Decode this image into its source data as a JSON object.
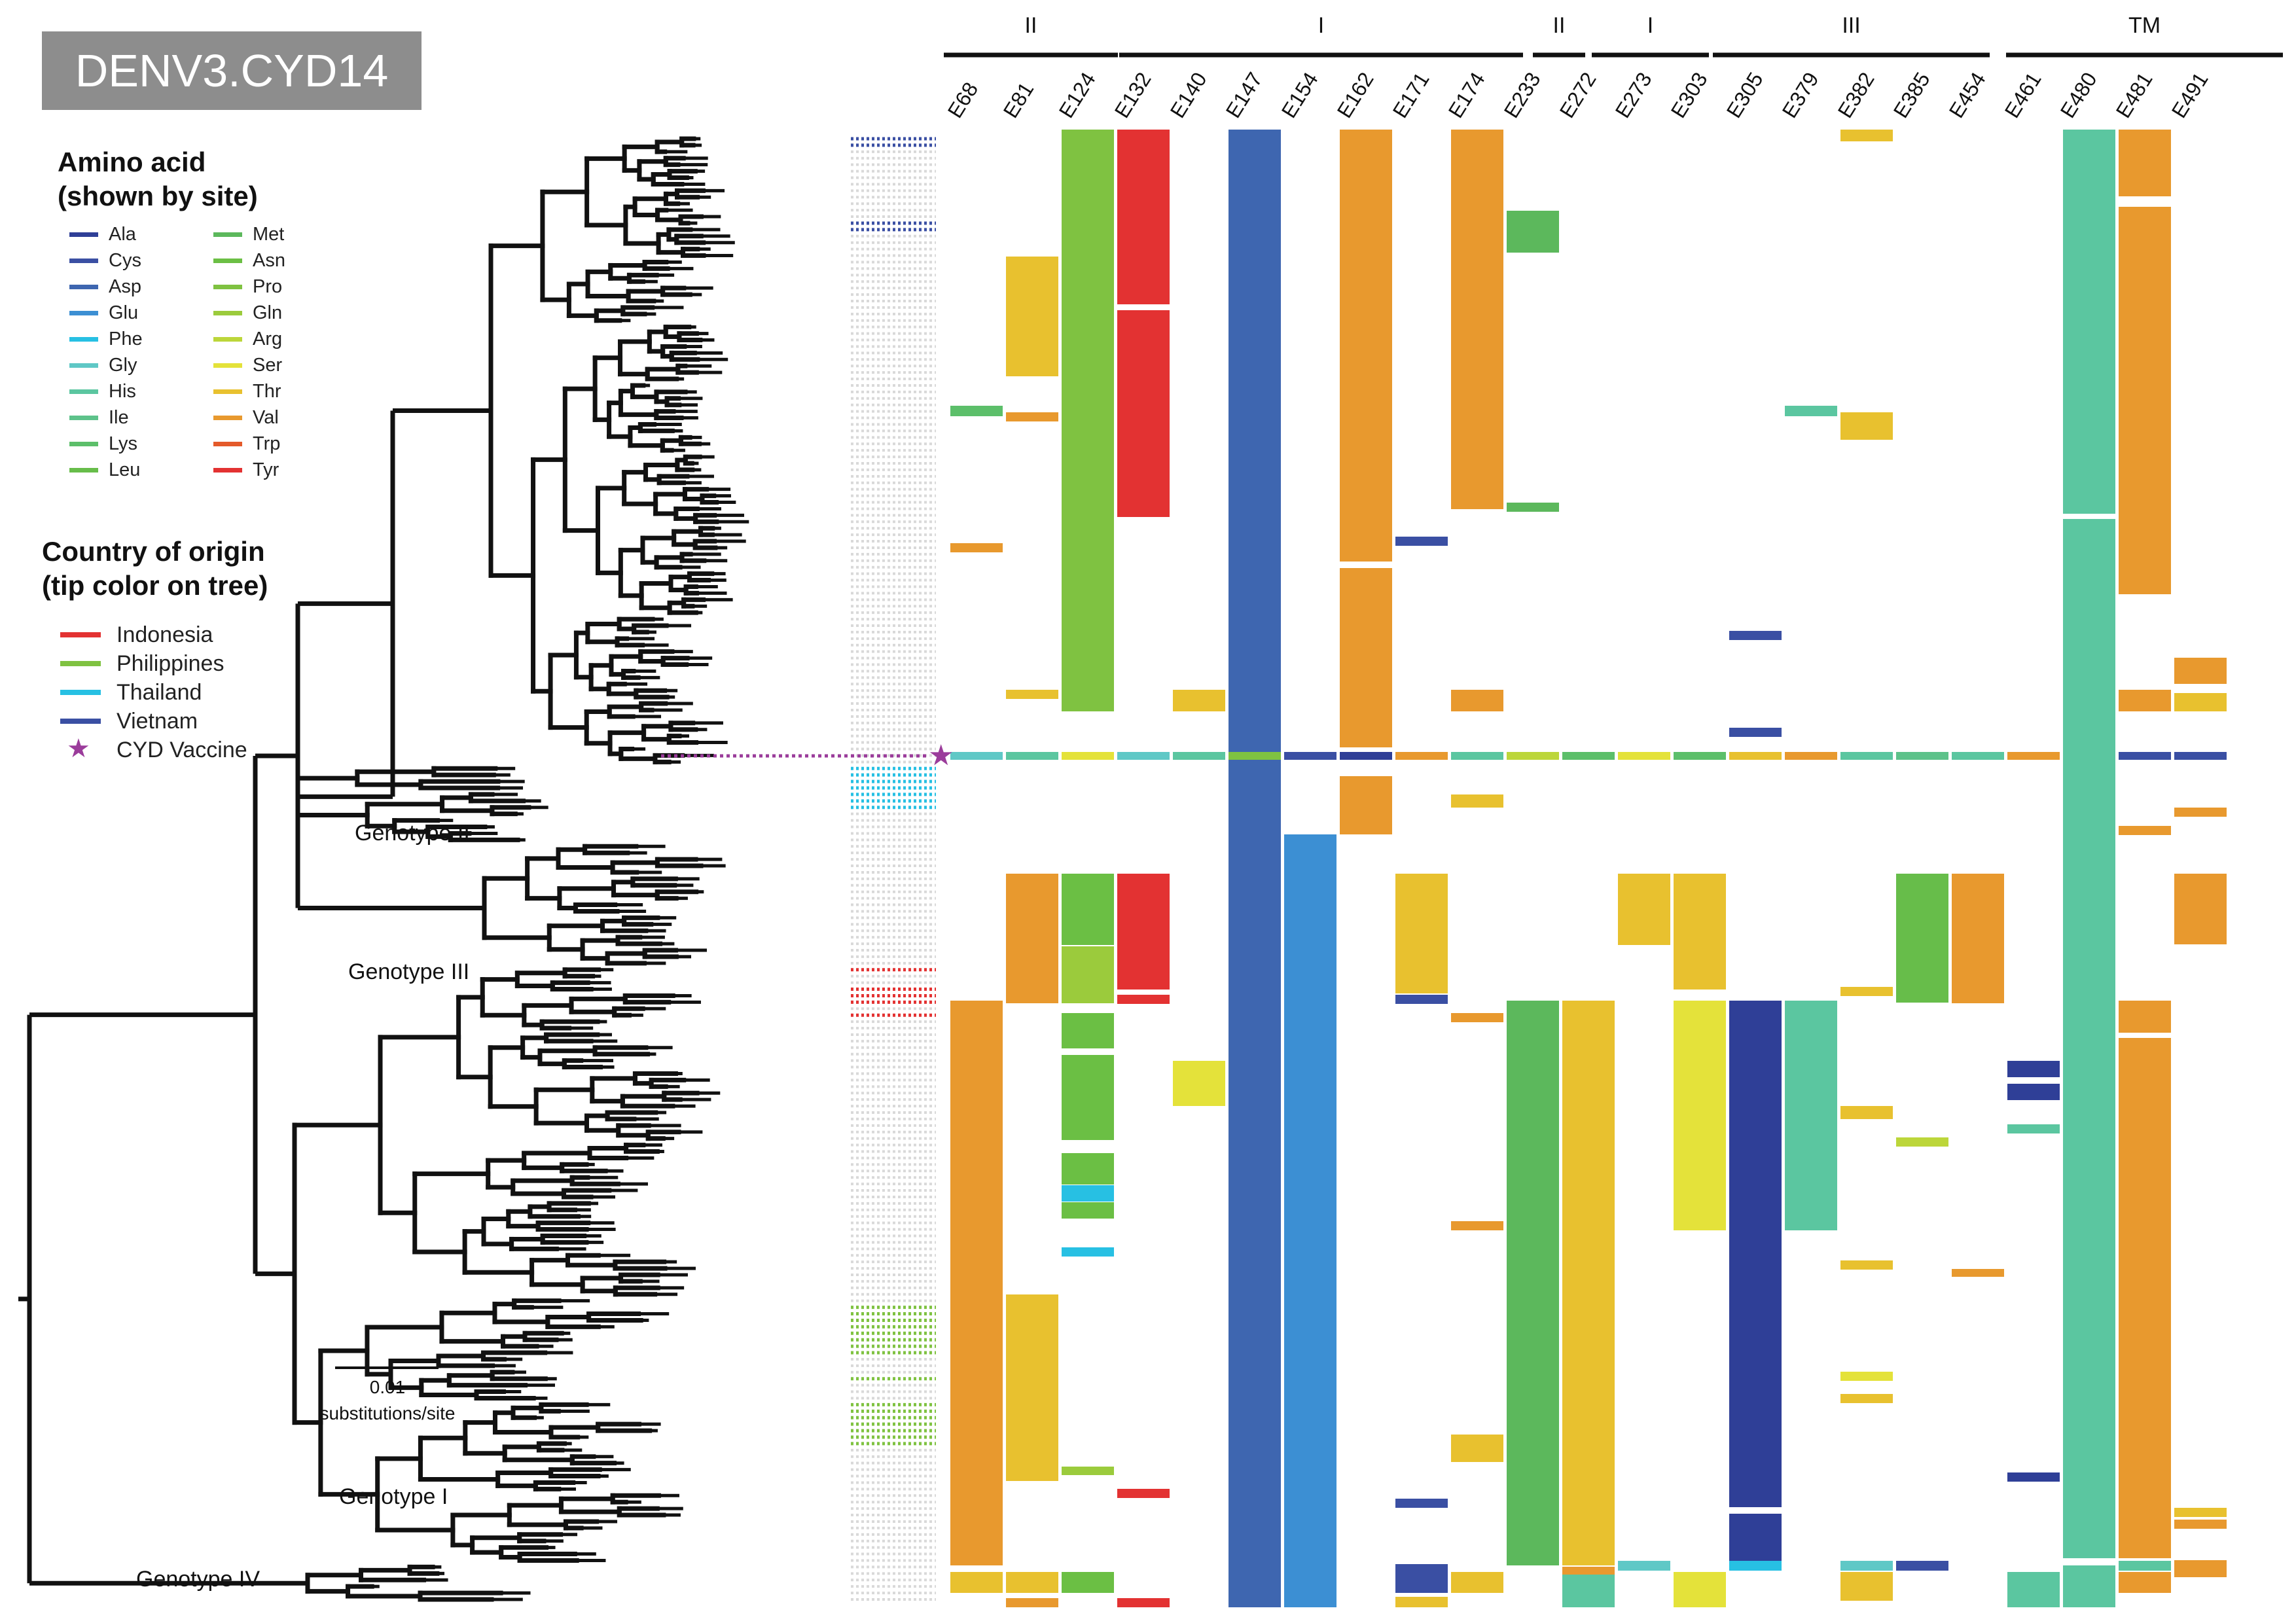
{
  "title": "DENV3.CYD14",
  "legend_amino": {
    "heading_1": "Amino acid",
    "heading_2": "(shown by site)",
    "items": [
      {
        "name": "Ala",
        "color": "#2f3f97"
      },
      {
        "name": "Cys",
        "color": "#3a4fa3"
      },
      {
        "name": "Asp",
        "color": "#3e66b0"
      },
      {
        "name": "Glu",
        "color": "#3c8fd3"
      },
      {
        "name": "Phe",
        "color": "#27c0e3"
      },
      {
        "name": "Gly",
        "color": "#5fc8c6"
      },
      {
        "name": "His",
        "color": "#5bc6a0"
      },
      {
        "name": "Ile",
        "color": "#5dc28a"
      },
      {
        "name": "Lys",
        "color": "#5cbf6a"
      },
      {
        "name": "Leu",
        "color": "#67bd4a"
      },
      {
        "name": "Met",
        "color": "#5cb85c"
      },
      {
        "name": "Asn",
        "color": "#6bbf44"
      },
      {
        "name": "Pro",
        "color": "#7fc241"
      },
      {
        "name": "Gln",
        "color": "#9bcb3c"
      },
      {
        "name": "Arg",
        "color": "#bcd63a"
      },
      {
        "name": "Ser",
        "color": "#e4e23a"
      },
      {
        "name": "Thr",
        "color": "#e8c12f"
      },
      {
        "name": "Val",
        "color": "#e8992e"
      },
      {
        "name": "Trp",
        "color": "#e45a2a"
      },
      {
        "name": "Tyr",
        "color": "#e33232"
      }
    ]
  },
  "legend_country": {
    "heading_1": "Country of origin",
    "heading_2": "(tip color on tree)",
    "items": [
      {
        "name": "Indonesia",
        "color": "#e33232",
        "marker": "line"
      },
      {
        "name": "Philippines",
        "color": "#7fc241",
        "marker": "line"
      },
      {
        "name": "Thailand",
        "color": "#27c0e3",
        "marker": "line"
      },
      {
        "name": "Vietnam",
        "color": "#3a4fa3",
        "marker": "line"
      },
      {
        "name": "CYD Vaccine",
        "color": "#9b3c9b",
        "marker": "star"
      }
    ]
  },
  "genotypes": [
    "Genotype II",
    "Genotype III",
    "Genotype I",
    "Genotype IV"
  ],
  "scale_bar": {
    "value": "0.01",
    "unit": "substitutions/site"
  },
  "regions": [
    "II",
    "I",
    "II",
    "I",
    "III",
    "TM"
  ],
  "sites": [
    "E68",
    "E81",
    "E124",
    "E132",
    "E140",
    "E147",
    "E154",
    "E162",
    "E171",
    "E174",
    "E233",
    "E272",
    "E273",
    "E303",
    "E305",
    "E379",
    "E382",
    "E385",
    "E454",
    "E461",
    "E480",
    "E481",
    "E491"
  ]
}
